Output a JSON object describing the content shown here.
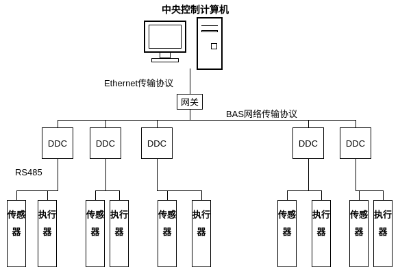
{
  "title": "中央控制计算机",
  "labels": {
    "ethernet": "Ethernet传输协议",
    "gateway": "网关",
    "bas": "BAS网络传输协议",
    "rs485": "RS485"
  },
  "controllers": [
    {
      "label": "DDC",
      "sensor": "传感器",
      "actuator": "执行器"
    },
    {
      "label": "DDC",
      "sensor": "传感器",
      "actuator": "执行器"
    },
    {
      "label": "DDC",
      "sensor": "传感器",
      "actuator": "执行器"
    },
    {
      "label": "DDC",
      "sensor": "传感器",
      "actuator": "执行器"
    },
    {
      "label": "DDC",
      "sensor": "传感器",
      "actuator": "执行器"
    }
  ]
}
